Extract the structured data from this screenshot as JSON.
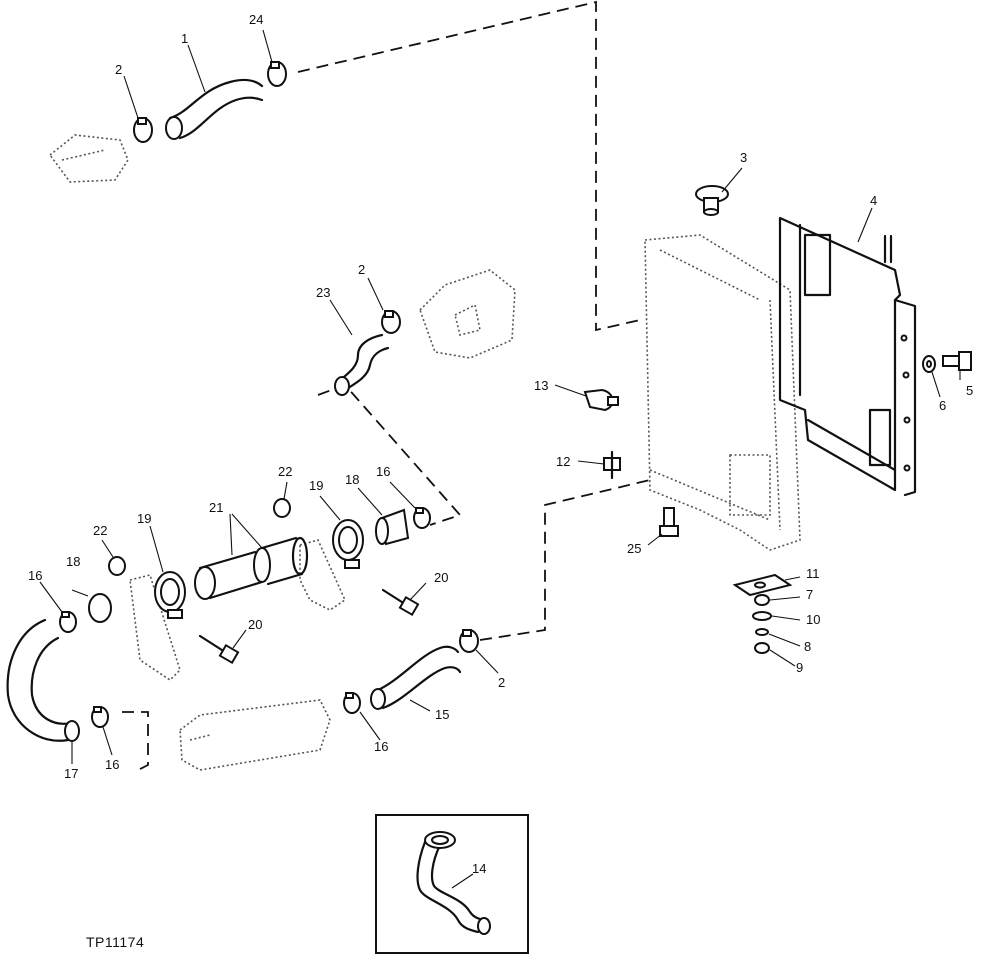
{
  "figure_id": "TP11174",
  "callouts": {
    "c1": "1",
    "c2a": "2",
    "c24": "24",
    "c3": "3",
    "c4": "4",
    "c23": "23",
    "c2b": "2",
    "c13": "13",
    "c5": "5",
    "c6": "6",
    "c12": "12",
    "c22a": "22",
    "c19a": "19",
    "c18a": "18",
    "c16a": "16",
    "c21": "21",
    "c22b": "22",
    "c19b": "19",
    "c18b": "18",
    "c16b": "16",
    "c25": "25",
    "c20a": "20",
    "c20b": "20",
    "c11": "11",
    "c7": "7",
    "c10": "10",
    "c8": "8",
    "c9": "9",
    "c2c": "2",
    "c15": "15",
    "c16c": "16",
    "c16d": "16",
    "c17": "17",
    "c14": "14"
  }
}
